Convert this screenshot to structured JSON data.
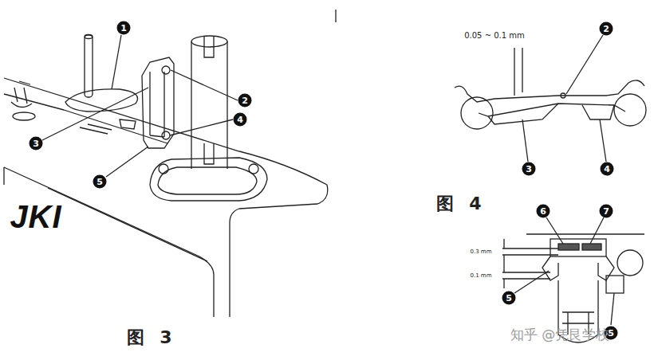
{
  "diagram": {
    "labels": [
      "1",
      "2",
      "3",
      "4",
      "5",
      "JKI",
      "图 3",
      "0.05 ~ 0.1 mm",
      "2",
      "3",
      "4",
      "图 4",
      "0.3 mm",
      "0.1 mm",
      "6",
      "7",
      "5",
      "5",
      "知乎 @凭艮学校"
    ]
  }
}
